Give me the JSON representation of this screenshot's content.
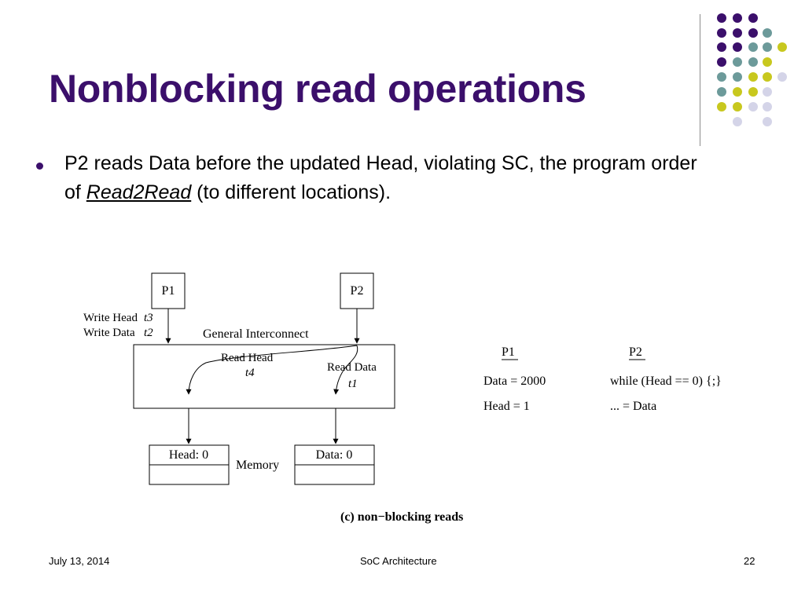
{
  "slide": {
    "title": "Nonblocking read operations",
    "bullet": {
      "part1": "P2 reads Data before the updated Head, violating SC, the program order of ",
      "emphasis": "Read2Read",
      "part2": " (to different locations)."
    }
  },
  "decoration": {
    "dot_colors": {
      "purple": "#3b0f6b",
      "teal": "#6c9a9a",
      "yellow": "#c8c81e",
      "lavender": "#d4d4e8"
    },
    "accent": "#3b0f6b"
  },
  "diagram": {
    "processors": {
      "p1": "P1",
      "p2": "P2"
    },
    "interconnect_label": "General Interconnect",
    "write_head": "Write Head",
    "write_head_time": "t3",
    "write_data": "Write Data",
    "write_data_time": "t2",
    "read_head": "Read Head",
    "read_head_time": "t4",
    "read_data": "Read Data",
    "read_data_time": "t1",
    "memory_label": "Memory",
    "head_cell": "Head: 0",
    "data_cell": "Data: 0",
    "caption": "(c) non−blocking reads"
  },
  "code": {
    "p1_header": "P1",
    "p2_header": "P2",
    "p1_lines": [
      "Data = 2000",
      "Head = 1"
    ],
    "p2_lines": [
      "while (Head == 0) {;}",
      "... = Data"
    ]
  },
  "footer": {
    "date": "July 13, 2014",
    "center": "SoC Architecture",
    "page": "22"
  }
}
